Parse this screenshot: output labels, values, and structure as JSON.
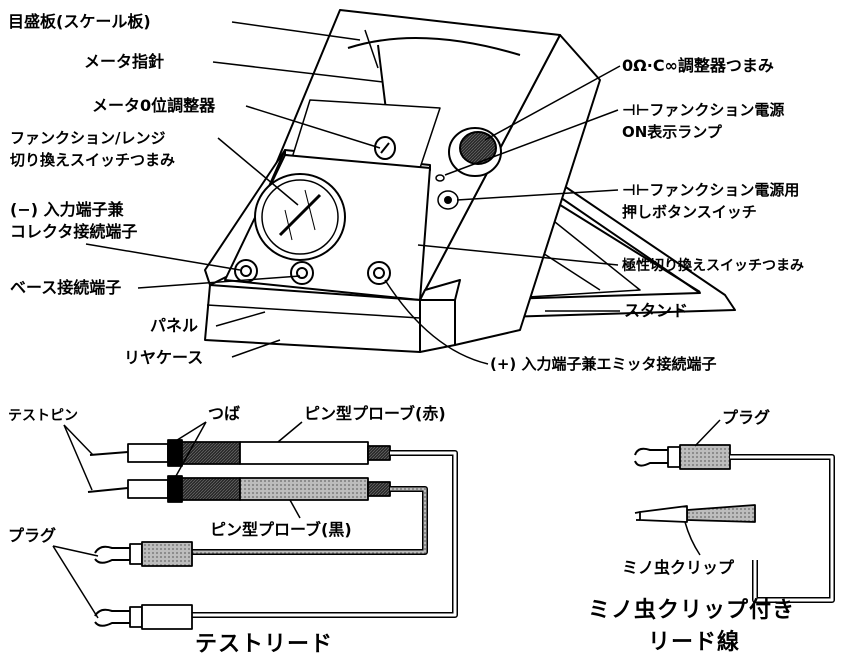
{
  "meter_labels": {
    "scale": "目盛板(スケール板)",
    "pointer": "メータ指針",
    "zero_adjust": "メータ0位調整器",
    "function_switch_1": "ファンクション/レンジ",
    "function_switch_2": "切り換えスイッチつまみ",
    "neg_terminal_1": "(−) 入力端子兼",
    "neg_terminal_2": "コレクタ接続端子",
    "base_terminal": "ベース接続端子",
    "panel": "パネル",
    "rear_case": "リヤケース",
    "ohm_adjust": "0Ω·C∞調整器つまみ",
    "on_lamp_1": "⊣⊢ファンクション電源",
    "on_lamp_2": "ON表示ランプ",
    "push_switch_1": "⊣⊢ファンクション電源用",
    "push_switch_2": "押しボタンスイッチ",
    "polarity_switch": "極性切り換えスイッチつまみ",
    "stand": "スタンド",
    "pos_terminal": "(+) 入力端子兼エミッタ接続端子"
  },
  "test_lead_labels": {
    "test_pin": "テストピン",
    "guard": "つば",
    "probe_red": "ピン型プローブ(赤)",
    "probe_black": "ピン型プローブ(黒)",
    "plug": "プラグ",
    "caption": "テストリード"
  },
  "clip_lead_labels": {
    "plug": "プラグ",
    "clip": "ミノ虫クリップ",
    "caption_1": "ミノ虫クリップ付き",
    "caption_2": "リード線"
  }
}
